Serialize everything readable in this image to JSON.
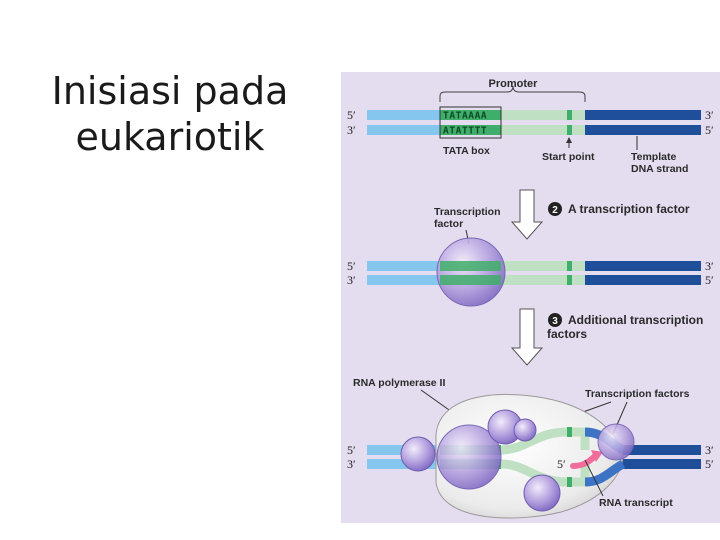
{
  "slide": {
    "title_line1": "Inisiasi pada",
    "title_line2": "eukariotik"
  },
  "figure": {
    "colors": {
      "background": "#e4dcef",
      "strand_light_blue": "#84c6ee",
      "strand_pale_green": "#bfe0c2",
      "strand_green": "#3fae6a",
      "strand_dark_blue": "#1f4e9a",
      "protein_purple": "#a894d8",
      "polymerase_body": "#f1efef",
      "rna_pink": "#f06c9b"
    },
    "promoter_label": "Promoter",
    "tata_top_seq": "TATAAAA",
    "tata_bottom_seq": "ATATTTT",
    "tata_box_label": "TATA box",
    "start_point_label": "Start point",
    "template_strand_line1": "Template",
    "template_strand_line2": "DNA strand",
    "step2_number": "2",
    "step2_label": "A transcription factor",
    "transcription_factor_line1": "Transcription",
    "transcription_factor_line2": "factor",
    "step3_number": "3",
    "step3_label_line1": "Additional transcription",
    "step3_label_line2": "factors",
    "rna_polymerase_label": "RNA polymerase II",
    "transcription_factors_label": "Transcription factors",
    "rna_transcript_label": "RNA transcript",
    "rna_five_prime": "5′",
    "end_labels": {
      "five_prime": "5′",
      "three_prime": "3′"
    }
  }
}
